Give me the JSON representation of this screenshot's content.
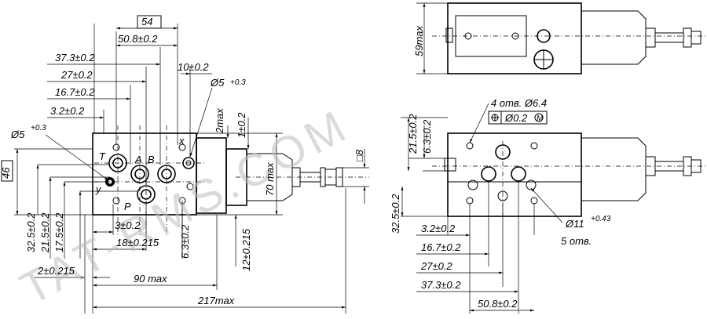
{
  "watermark": "TAT-RMS.COM",
  "front": {
    "d54": "54",
    "d50_8": "50.8±0.2",
    "d37_3": "37.3±0.2",
    "d27": "27±0.2",
    "d16_7": "16.7±0.2",
    "d3_2": "3.2±0.2",
    "d10": "10±0.2",
    "dia5": "Ø5",
    "dia5_tol": "+0.3",
    "d46": "46",
    "d2max": "2max",
    "d1": "1±0.2",
    "d70max": "70 max",
    "dsq8": "□8",
    "d32_5": "32.5±0.2",
    "d21_5": "21.5±0.2",
    "d17_5": "17.5±0.2",
    "d3": "3±0.2",
    "d18": "18±0.215",
    "d6_3": "6.3±0.2",
    "d12": "12±0.215",
    "d2": "2±0.215",
    "d90max": "90 max",
    "d217max": "217max"
  },
  "ports": {
    "t": "T",
    "a": "A",
    "b": "B",
    "x": "x",
    "y": "y",
    "p": "P"
  },
  "top": {
    "d59max": "59max"
  },
  "side": {
    "holes4": "4 отв. Ø6.4",
    "pos_tol": "Ø0.2",
    "m": "M",
    "d21_5": "21.5±0.2",
    "d6_3": "6.3±0.2",
    "d32_5": "32.5±0.2",
    "dia11": "Ø11",
    "dia11_tol": "+0.43",
    "holes5": "5 отв.",
    "d3_2": "3.2±0.2",
    "d16_7": "16.7±0.2",
    "d27": "27±0.2",
    "d37_3": "37.3±0.2",
    "d50_8": "50.8±0.2"
  }
}
